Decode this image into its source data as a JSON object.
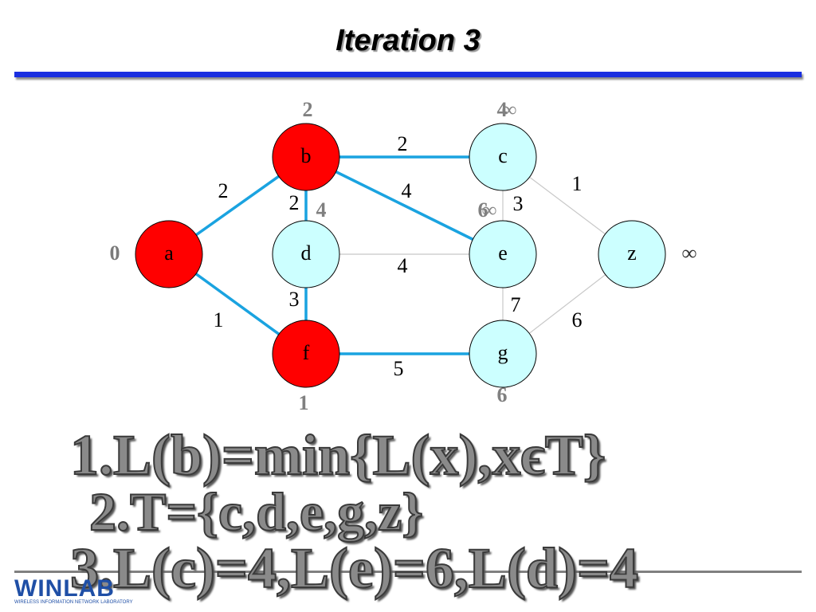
{
  "slide": {
    "title": "Iteration 3"
  },
  "nodes": [
    {
      "id": "a",
      "label": "a",
      "visited": true
    },
    {
      "id": "b",
      "label": "b",
      "visited": true
    },
    {
      "id": "c",
      "label": "c",
      "visited": false
    },
    {
      "id": "d",
      "label": "d",
      "visited": false
    },
    {
      "id": "e",
      "label": "e",
      "visited": false
    },
    {
      "id": "f",
      "label": "f",
      "visited": true
    },
    {
      "id": "g",
      "label": "g",
      "visited": false
    },
    {
      "id": "z",
      "label": "z",
      "visited": false
    }
  ],
  "edges": [
    {
      "from": "a",
      "to": "b",
      "weight": "2",
      "highlighted": true
    },
    {
      "from": "a",
      "to": "f",
      "weight": "1",
      "highlighted": true
    },
    {
      "from": "b",
      "to": "c",
      "weight": "2",
      "highlighted": true
    },
    {
      "from": "b",
      "to": "d",
      "weight": "2",
      "highlighted": true
    },
    {
      "from": "b",
      "to": "e",
      "weight": "4",
      "highlighted": true
    },
    {
      "from": "d",
      "to": "f",
      "weight": "3",
      "highlighted": true
    },
    {
      "from": "f",
      "to": "g",
      "weight": "5",
      "highlighted": true
    },
    {
      "from": "d",
      "to": "e",
      "weight": "4",
      "highlighted": false
    },
    {
      "from": "c",
      "to": "e",
      "weight": "3",
      "highlighted": false
    },
    {
      "from": "e",
      "to": "g",
      "weight": "7",
      "highlighted": false
    },
    {
      "from": "c",
      "to": "z",
      "weight": "1",
      "highlighted": false
    },
    {
      "from": "g",
      "to": "z",
      "weight": "6",
      "highlighted": false
    }
  ],
  "distances": {
    "a": "0",
    "b": "2",
    "c_old": "∞",
    "c_new": "4",
    "d_new": "4",
    "e_old": "∞",
    "e_new": "6",
    "f": "1",
    "g": "6",
    "z": "∞"
  },
  "steps": [
    "1.L(b)=min{L(x),xϵT}",
    "2.T={c,d,e,g,z}",
    "3.L(c)=4,L(e)=6,L(d)=4"
  ],
  "logo": {
    "text": "WINLAB",
    "subtitle": "WIRELESS INFORMATION NETWORK LABORATORY"
  },
  "colors": {
    "visited_fill": "#ff0000",
    "unvisited_fill": "#ccffff",
    "highlight_edge": "#1aa3e0",
    "normal_edge": "#c8c8c8",
    "distance_text": "#808080",
    "title_rule": "#1a2fe0"
  }
}
